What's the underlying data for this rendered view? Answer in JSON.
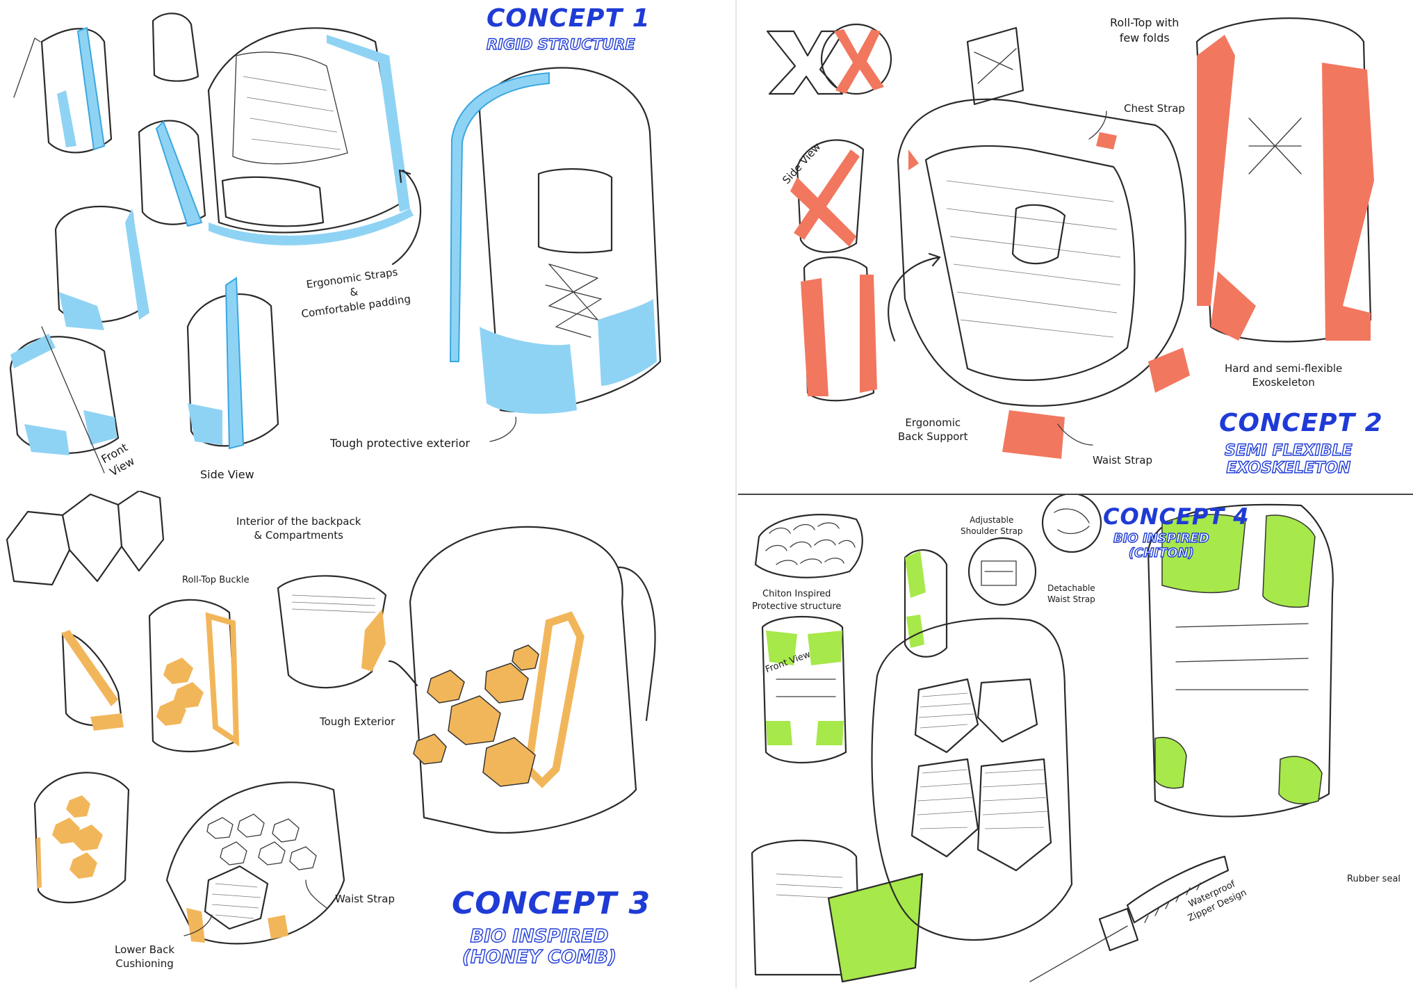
{
  "colors": {
    "concept_blue": "#1f3bd6",
    "concept1_accent": "#8fd3f4",
    "concept2_accent": "#f2775f",
    "concept3_accent": "#f2b65a",
    "concept4_accent": "#a7e84a",
    "ink": "#2a2a2a"
  },
  "concept1": {
    "title": "CONCEPT 1",
    "subtitle": "RIGID STRUCTURE",
    "labels": {
      "straps_line1": "Ergonomic Straps",
      "straps_line2": "&",
      "straps_line3": "Comfortable padding",
      "exterior": "Tough protective exterior",
      "front_view_1": "Front",
      "front_view_2": "View",
      "side_view": "Side View"
    }
  },
  "concept2": {
    "title": "CONCEPT 2",
    "subtitle_line1": "SEMI FLEXIBLE",
    "subtitle_line2": "EXOSKELETON",
    "labels": {
      "rolltop_line1": "Roll-Top with",
      "rolltop_line2": "few folds",
      "chest_strap": "Chest Strap",
      "side_view": "Side View",
      "exo_line1": "Hard and semi-flexible",
      "exo_line2": "Exoskeleton",
      "back_line1": "Ergonomic",
      "back_line2": "Back Support",
      "waist_strap": "Waist Strap"
    }
  },
  "concept3": {
    "title": "CONCEPT 3",
    "subtitle_line1": "BIO INSPIRED",
    "subtitle_line2": "(HONEY COMB)",
    "labels": {
      "interior_line1": "Interior of the backpack",
      "interior_line2": "& Compartments",
      "rolltop_buckle": "Roll-Top Buckle",
      "tough_exterior": "Tough Exterior",
      "waist_strap": "Waist Strap",
      "lower_line1": "Lower Back",
      "lower_line2": "Cushioning"
    }
  },
  "concept4": {
    "title": "CONCEPT 4",
    "subtitle_line1": "BIO INSPIRED",
    "subtitle_line2": "(CHITON)",
    "labels": {
      "adjustable_line1": "Adjustable",
      "adjustable_line2": "Shoulder Strap",
      "chiton_line1": "Chiton Inspired",
      "chiton_line2": "Protective structure",
      "detachable_line1": "Detachable",
      "detachable_line2": "Waist Strap",
      "front_view": "Front View",
      "waterproof_line1": "Waterproof",
      "waterproof_line2": "Zipper Design",
      "rubber_seal": "Rubber seal"
    }
  }
}
